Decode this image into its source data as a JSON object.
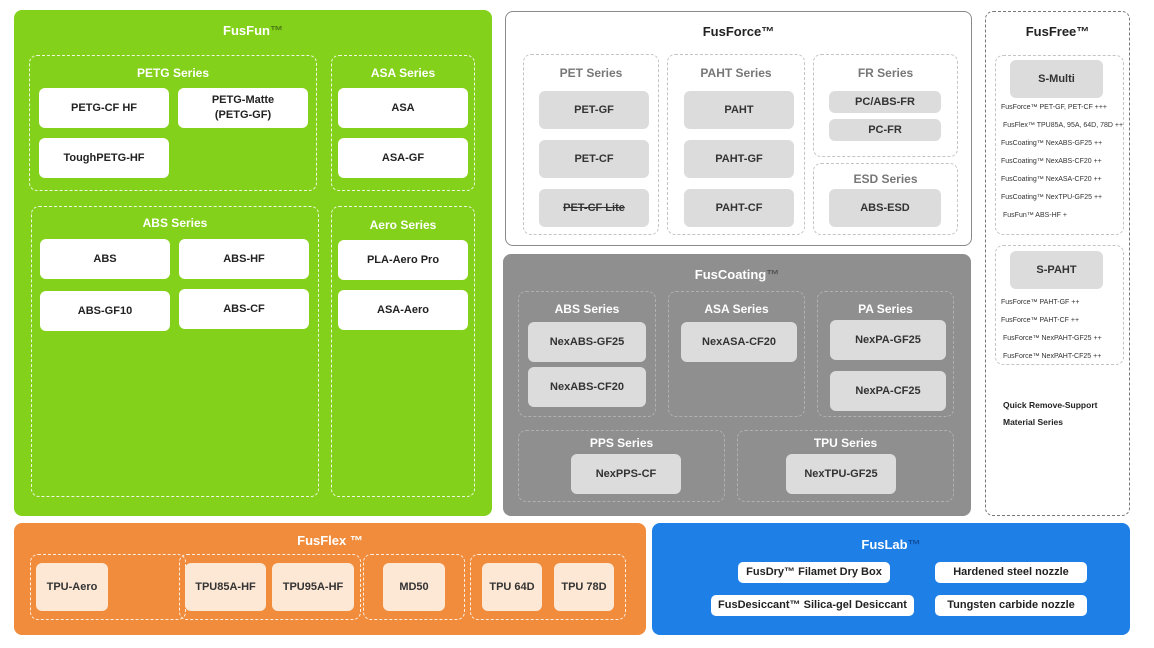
{
  "fusfun": {
    "title": "FusFun",
    "tm": "™",
    "petg": {
      "title": "PETG Series",
      "items": [
        "PETG-CF HF",
        "PETG-Matte\n(PETG-GF)",
        "ToughPETG-HF"
      ]
    },
    "asa": {
      "title": "ASA Series",
      "items": [
        "ASA",
        "ASA-GF"
      ]
    },
    "abs": {
      "title": "ABS Series",
      "items": [
        "ABS",
        "ABS-HF",
        "ABS-GF10",
        "ABS-CF"
      ]
    },
    "aero": {
      "title": "Aero Series",
      "items": [
        "PLA-Aero Pro",
        "ASA-Aero"
      ]
    }
  },
  "fusforce": {
    "title": "FusForce™",
    "pet": {
      "title": "PET Series",
      "items": [
        "PET-GF",
        "PET-CF",
        "PET-CF Lite"
      ]
    },
    "paht": {
      "title": "PAHT Series",
      "items": [
        "PAHT",
        "PAHT-GF",
        "PAHT-CF"
      ]
    },
    "fr": {
      "title": "FR Series",
      "items": [
        "PC/ABS-FR",
        "PC-FR"
      ]
    },
    "esd": {
      "title": "ESD Series",
      "items": [
        "ABS-ESD"
      ]
    }
  },
  "fuscoating": {
    "title": "FusCoating",
    "tm": "™",
    "abs": {
      "title": "ABS Series",
      "items": [
        "NexABS-GF25",
        "NexABS-CF20"
      ]
    },
    "asa": {
      "title": "ASA Series",
      "items": [
        "NexASA-CF20"
      ]
    },
    "pa": {
      "title": "PA Series",
      "items": [
        "NexPA-GF25",
        "NexPA-CF25"
      ]
    },
    "pps": {
      "title": "PPS Series",
      "items": [
        "NexPPS-CF"
      ]
    },
    "tpu": {
      "title": "TPU Series",
      "items": [
        "NexTPU-GF25"
      ]
    }
  },
  "fusfree": {
    "title": "FusFree™",
    "smulti": {
      "label": "S-Multi",
      "notes": [
        "FusForce™ PET-GF,  PET-CF +++",
        "FusFlex™ TPU85A, 95A, 64D, 78D ++",
        "FusCoating™ NexABS-GF25 ++",
        "FusCoating™ NexABS-CF20 ++",
        "FusCoating™ NexASA-CF20 ++",
        "FusCoating™ NexTPU-GF25 ++",
        "FusFun™ ABS-HF +"
      ]
    },
    "spaht": {
      "label": "S-PAHT",
      "notes": [
        "FusForce™ PAHT-GF ++",
        "FusForce™ PAHT-CF ++",
        "FusForce™ NexPAHT-GF25 ++",
        "FusForce™ NexPAHT-CF25 ++"
      ]
    },
    "caption_line1": "Quick Remove-Support",
    "caption_line2": "Material Series"
  },
  "fusflex": {
    "title": "FusFlex ™",
    "items": [
      "TPU-Aero",
      "TPU85A-HF",
      "TPU95A-HF",
      "MD50",
      "TPU 64D",
      "TPU 78D"
    ]
  },
  "fuslab": {
    "title": "FusLab",
    "tm": "™",
    "items": [
      "FusDry™ Filamet Dry Box",
      "Hardened steel nozzle",
      "FusDesiccant™ Silica-gel Desiccant",
      "Tungsten carbide nozzle"
    ]
  },
  "colors": {
    "fusfun": "#84d11b",
    "fusforce_border": "#8a8a8a",
    "fuscoating": "#8e8f8e",
    "fusflex": "#f08c3c",
    "fuslab": "#1e7fe6"
  }
}
